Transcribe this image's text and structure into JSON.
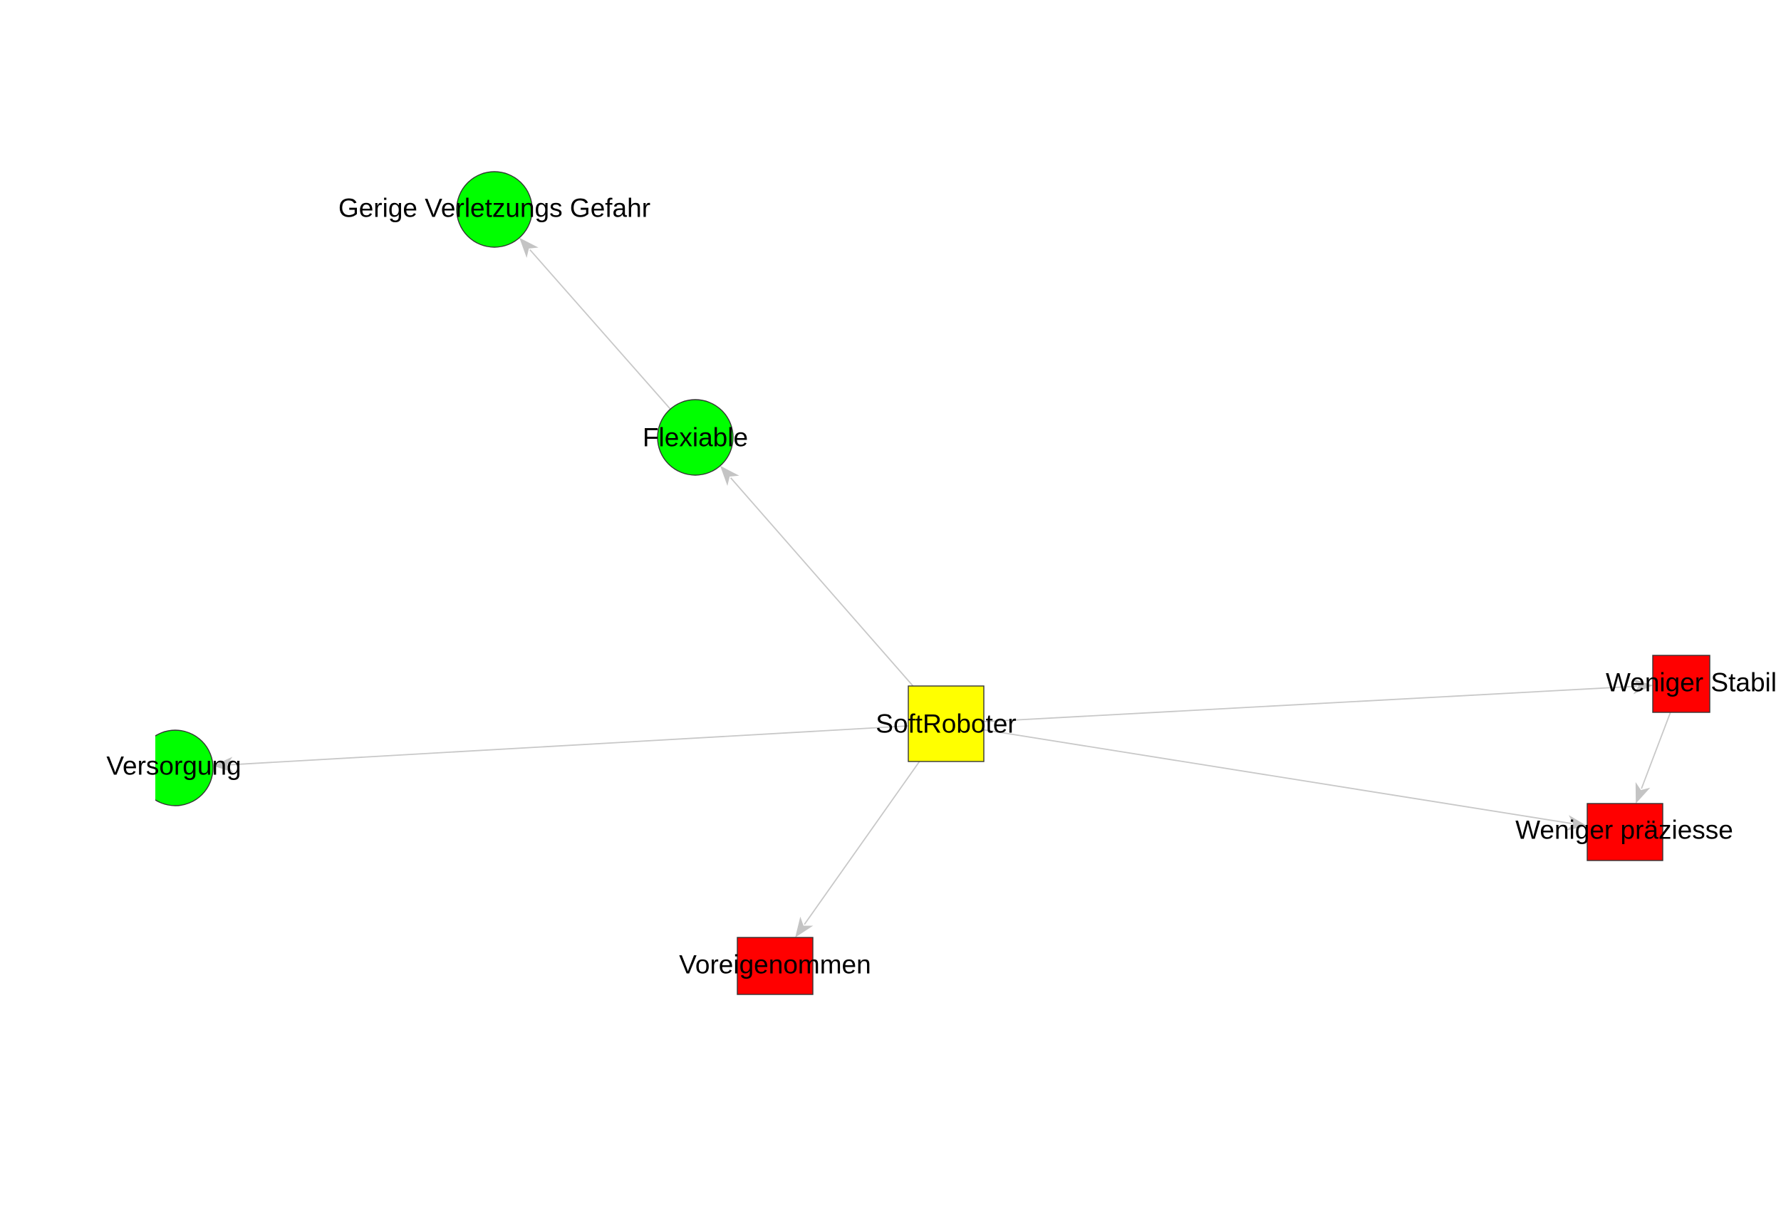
{
  "diagram": {
    "type": "directed-graph",
    "colors": {
      "positive": "#00ff00",
      "negative": "#ff0000",
      "center": "#ffff00",
      "edge": "#c8c8c8",
      "node_border": "#333333",
      "label": "#000000"
    },
    "nodes": [
      {
        "id": "softroboter",
        "label": "SoftRoboter",
        "shape": "square",
        "category": "center"
      },
      {
        "id": "flexiable",
        "label": "Flexiable",
        "shape": "circle",
        "category": "positive"
      },
      {
        "id": "gerige",
        "label": "Gerige Verletzungs Gefahr",
        "shape": "circle",
        "category": "positive"
      },
      {
        "id": "versorgung",
        "label": "Versorgung",
        "shape": "circle",
        "category": "positive"
      },
      {
        "id": "stabil",
        "label": "Weniger Stabil",
        "shape": "square",
        "category": "negative"
      },
      {
        "id": "praeziesse",
        "label": "Weniger präziesse",
        "shape": "square",
        "category": "negative"
      },
      {
        "id": "voreingenommen",
        "label": "Voreigenommen",
        "shape": "square",
        "category": "negative"
      }
    ],
    "edges": [
      {
        "from": "softroboter",
        "to": "flexiable"
      },
      {
        "from": "flexiable",
        "to": "gerige"
      },
      {
        "from": "softroboter",
        "to": "versorgung"
      },
      {
        "from": "softroboter",
        "to": "stabil"
      },
      {
        "from": "softroboter",
        "to": "praeziesse"
      },
      {
        "from": "stabil",
        "to": "praeziesse"
      },
      {
        "from": "softroboter",
        "to": "voreingenommen"
      }
    ]
  }
}
